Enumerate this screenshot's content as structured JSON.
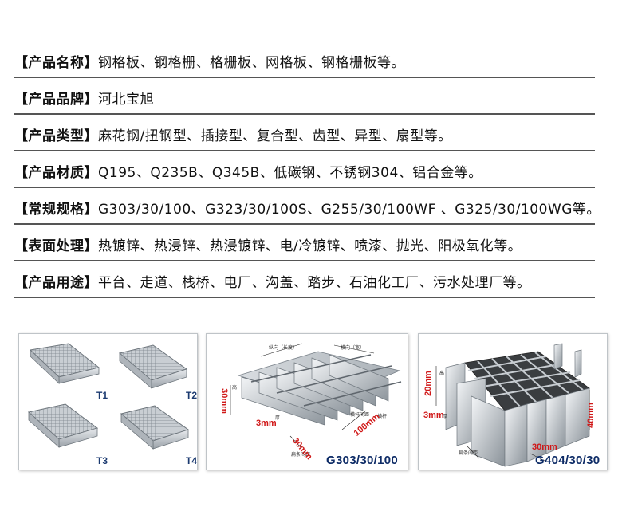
{
  "specs": [
    {
      "key": "【产品名称】",
      "value": " 钢格板、钢格栅、格栅板、网格板、钢格栅板等。"
    },
    {
      "key": "【产品品牌】",
      "value": " 河北宝旭"
    },
    {
      "key": "【产品类型】",
      "value": "麻花钢/扭钢型、插接型、复合型、齿型、异型、扇型等。"
    },
    {
      "key": "【产品材质】",
      "value": " Q195、Q235B、Q345B、低碳钢、不锈钢304、铝合金等。"
    },
    {
      "key": "【常规规格】",
      "value": "G303/30/100、G323/30/100S、G255/30/100WF 、G325/30/100WG等。"
    },
    {
      "key": "【表面处理】",
      "value": "热镀锌、热浸锌、热浸镀锌、电/冷镀锌、喷漆、抛光、阳极氧化等。"
    },
    {
      "key": "【产品用途】",
      "value": "平台、走道、栈桥、电厂、沟盖、踏步、石油化工厂、污水处理厂等。"
    }
  ],
  "stair_treads": {
    "t1": "T1",
    "t2": "T2",
    "t3": "T3",
    "t4": "T4"
  },
  "diagram_mid": {
    "caption": "G303/30/100",
    "dim_height": "30mm",
    "dim_thickness": "3mm",
    "dim_pitch": "100mm",
    "lbl_length": "纵向（长度）",
    "lbl_width": "横向（宽）",
    "lbl_high": "高",
    "lbl_thick": "厚",
    "lbl_crossbar": "横杆",
    "lbl_crossbar_pitch": "横杆间距",
    "lbl_flatbar_pitch": "扁条间距"
  },
  "diagram_right": {
    "caption": "G404/30/30",
    "dim_height_left": "20mm",
    "dim_height_right": "40mm",
    "dim_thickness": "3mm",
    "dim_pitch": "30mm",
    "lbl_high": "高",
    "lbl_thick": "厚",
    "lbl_flatbar_pitch": "扁条间距"
  },
  "colors": {
    "text": "#111111",
    "rule": "#555555",
    "caption": "#0d2b66",
    "dimension": "#d01818",
    "steel": "#b7bcc1"
  }
}
